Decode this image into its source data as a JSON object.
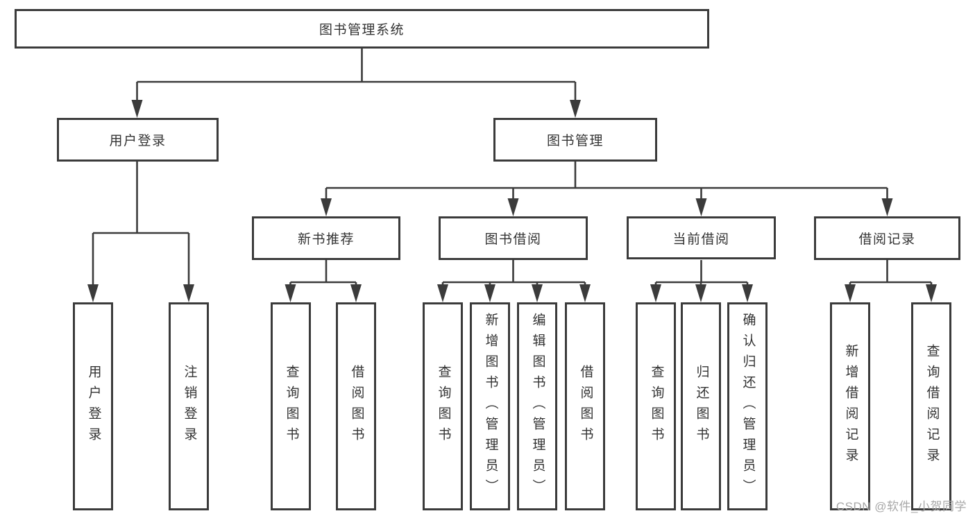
{
  "tree": {
    "root": "图书管理系统",
    "level1": {
      "user_login": "用户登录",
      "book_management": "图书管理"
    },
    "level2": {
      "new_book_recommend": "新书推荐",
      "book_borrowing": "图书借阅",
      "current_borrowing": "当前借阅",
      "borrowing_records": "借阅记录"
    },
    "leaves": {
      "user_login": [
        "用户登录",
        "注销登录"
      ],
      "new_book_recommend": [
        "查询图书",
        "借阅图书"
      ],
      "book_borrowing": [
        "查询图书",
        "新增图书（管理员）",
        "编辑图书（管理员）",
        "借阅图书"
      ],
      "current_borrowing": [
        "查询图书",
        "归还图书",
        "确认归还（管理员）"
      ],
      "borrowing_records": [
        "新增借阅记录",
        "查询借阅记录"
      ]
    }
  },
  "watermark": "CSDN @软件_小贺同学",
  "colors": {
    "line": "#3b3b3b",
    "text": "#333333",
    "watermark": "#a8a8a8",
    "background": "#ffffff"
  }
}
